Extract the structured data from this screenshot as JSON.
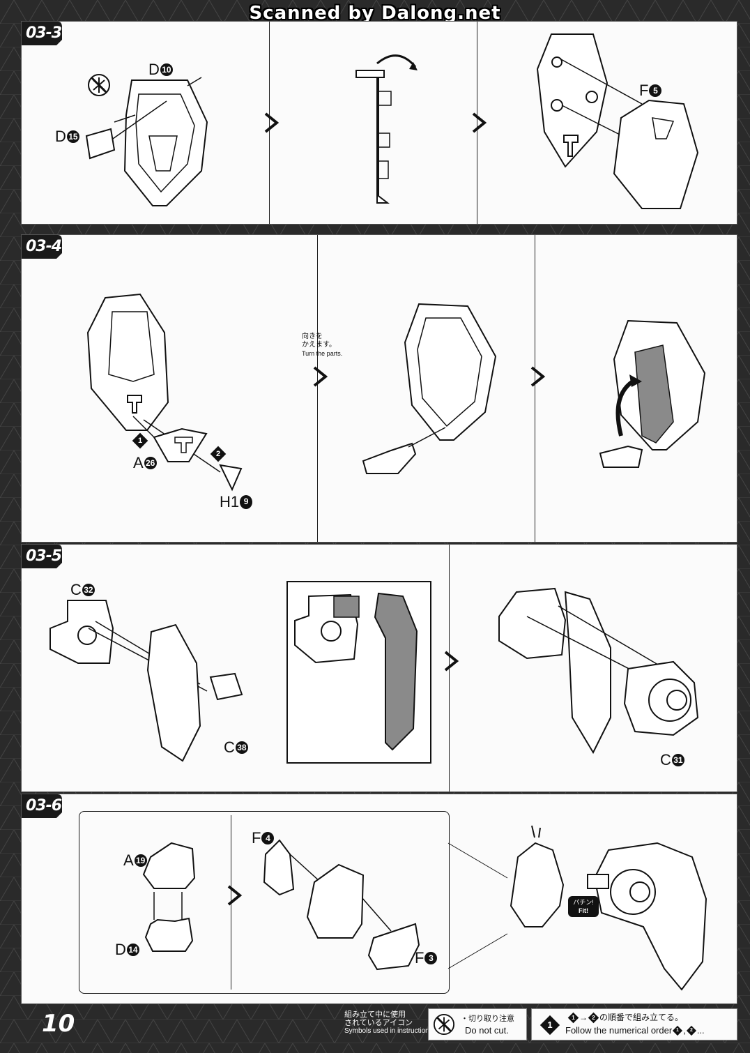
{
  "banner": "Scanned by Dalong.net",
  "steps": [
    {
      "id": "03-3",
      "parts": [
        "D",
        "D"
      ],
      "numbers": [
        "10",
        "15"
      ],
      "part_F": "F",
      "num_F": "5"
    },
    {
      "id": "03-4",
      "parts": [
        "A",
        "H1"
      ],
      "numbers": [
        "26",
        "9"
      ],
      "order": [
        "1",
        "2"
      ],
      "note_jp": "向きを",
      "note_jp2": "かえます。",
      "note_en": "Turn the parts."
    },
    {
      "id": "03-5",
      "parts": [
        "C",
        "C",
        "C"
      ],
      "numbers": [
        "32",
        "38",
        "31"
      ]
    },
    {
      "id": "03-6",
      "parts": [
        "A",
        "D",
        "F",
        "F"
      ],
      "numbers": [
        "19",
        "14",
        "4",
        "3"
      ],
      "fit_jp": "パチン!",
      "fit_en": "Fit!"
    }
  ],
  "footer": {
    "page_number": "10",
    "icons_label_jp1": "組み立て中に使用",
    "icons_label_jp2": "されているアイコン",
    "icons_label_en": "Symbols used in instructions",
    "cut_jp": "・切り取り注意",
    "cut_en": "Do not cut.",
    "order_badge": "1",
    "order_jp": "の順番で組み立てる。",
    "order_jp_num1": "1",
    "order_jp_num2": "2",
    "order_en": "Follow the numerical order",
    "order_en_num1": "1",
    "order_en_num2": "2",
    "order_en_tail": "..."
  },
  "colors": {
    "background": "#2a2a2a",
    "panel": "#fbfbfb",
    "line": "#222222",
    "shaded_part": "#8a8a8a"
  }
}
